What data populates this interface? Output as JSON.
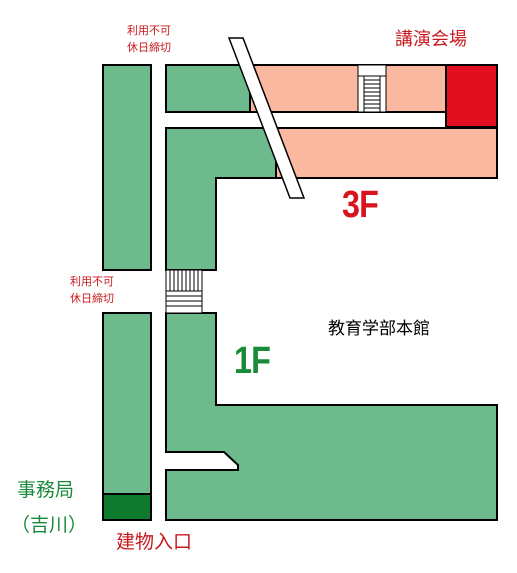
{
  "labels": {
    "hall": "講演会場",
    "restricted_top_1": "利用不可",
    "restricted_top_2": "休日締切",
    "restricted_mid_1": "利用不可",
    "restricted_mid_2": "休日締切",
    "floor_3f": "3F",
    "floor_1f": "1F",
    "building": "教育学部本館",
    "office_1": "事務局",
    "office_2": "（吉川）",
    "entrance": "建物入口"
  },
  "colors": {
    "green_floor": "#6dbb8c",
    "pink_floor": "#fbb8a1",
    "hall_red": "#e01020",
    "office_green": "#0d7a2e",
    "label_red": "#c8191e",
    "label_green": "#1a8a3a"
  }
}
